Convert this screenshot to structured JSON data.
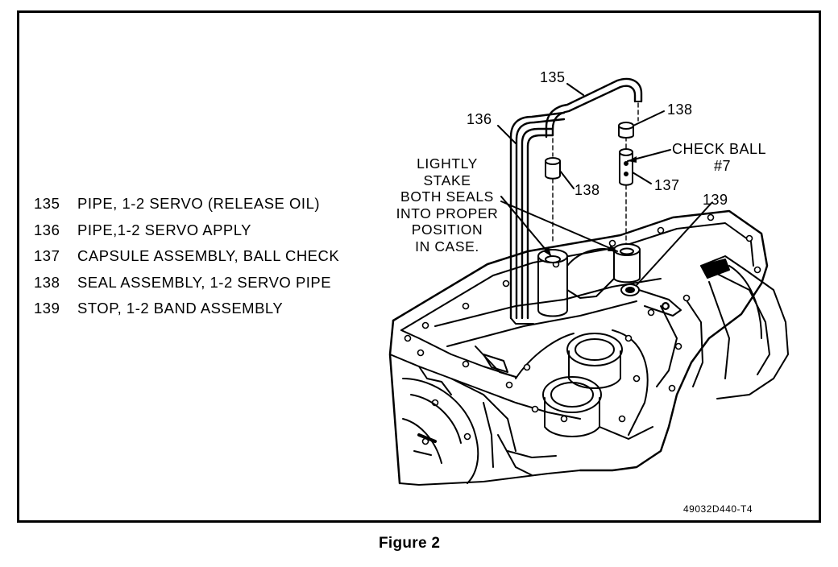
{
  "legend": [
    {
      "num": "135",
      "text": "PIPE, 1-2 SERVO (RELEASE OIL)"
    },
    {
      "num": "136",
      "text": "PIPE,1-2 SERVO APPLY"
    },
    {
      "num": "137",
      "text": "CAPSULE ASSEMBLY, BALL CHECK"
    },
    {
      "num": "138",
      "text": "SEAL ASSEMBLY, 1-2 SERVO PIPE"
    },
    {
      "num": "139",
      "text": "STOP, 1-2 BAND ASSEMBLY"
    }
  ],
  "callouts": {
    "c135": "135",
    "c136": "136",
    "c138_top": "138",
    "c138_left": "138",
    "c137": "137",
    "c139": "139",
    "check_ball_line1": "CHECK BALL",
    "check_ball_line2": "#7"
  },
  "note_lines": [
    "LIGHTLY",
    "STAKE",
    "BOTH SEALS",
    "INTO PROPER",
    "POSITION",
    "IN CASE."
  ],
  "figure_code": "49032D440-T4",
  "caption": "Figure 2"
}
